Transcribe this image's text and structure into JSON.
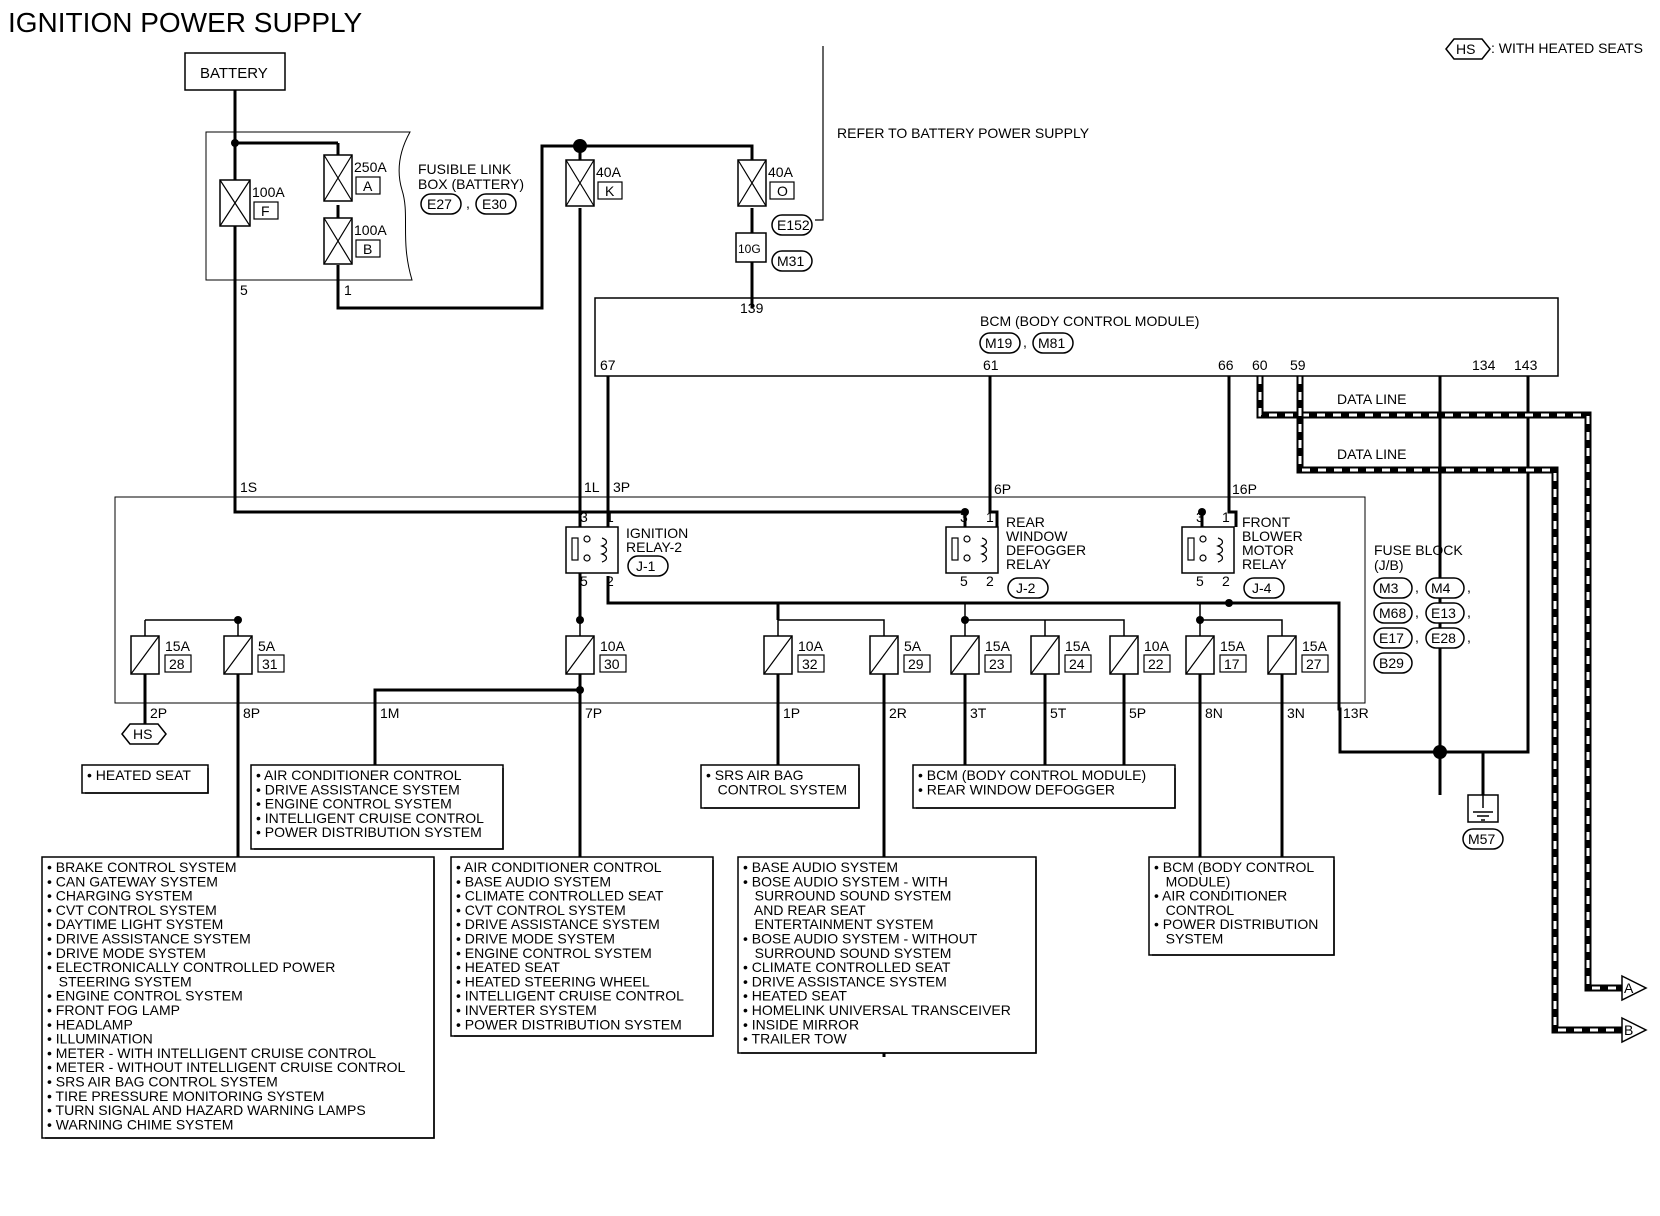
{
  "title": "IGNITION POWER SUPPLY",
  "legend": {
    "symbol": "HS",
    "text": ": WITH HEATED SEATS"
  },
  "battery": "BATTERY",
  "refer_note": "REFER TO BATTERY POWER SUPPLY",
  "fusible_link": {
    "label1": "FUSIBLE LINK",
    "label2": "BOX (BATTERY)",
    "connectors": [
      "E27",
      "E30"
    ],
    "pin_5": "5",
    "pin_1": "1",
    "fuses": [
      {
        "amp": "100A",
        "id": "F"
      },
      {
        "amp": "250A",
        "id": "A"
      },
      {
        "amp": "100A",
        "id": "B"
      },
      {
        "amp": "40A",
        "id": "K"
      },
      {
        "amp": "40A",
        "id": "O"
      }
    ]
  },
  "conn_e152": "E152",
  "conn_10g": "10G",
  "conn_m31": "M31",
  "bcm": {
    "label": "BCM (BODY CONTROL MODULE)",
    "connectors": [
      "M19",
      "M81"
    ],
    "pins": [
      "139",
      "67",
      "61",
      "66",
      "60",
      "59",
      "134",
      "143"
    ]
  },
  "data_line": "DATA LINE",
  "fuse_block": {
    "label": "FUSE BLOCK",
    "sub": "(J/B)",
    "connectors": [
      "M3",
      "M4",
      "M68",
      "E13",
      "E17",
      "E28",
      "B29"
    ]
  },
  "fb_pins_top": [
    "1S",
    "1L",
    "3P",
    "6P",
    "16P"
  ],
  "relays": [
    {
      "l1": "IGNITION",
      "l2": "RELAY-2",
      "l3": "",
      "l4": "",
      "id": "J-1",
      "p3": "3",
      "p1": "1",
      "p5": "5",
      "p2": "2"
    },
    {
      "l1": "REAR",
      "l2": "WINDOW",
      "l3": "DEFOGGER",
      "l4": "RELAY",
      "id": "J-2",
      "p3": "3",
      "p1": "1",
      "p5": "5",
      "p2": "2"
    },
    {
      "l1": "FRONT",
      "l2": "BLOWER",
      "l3": "MOTOR",
      "l4": "RELAY",
      "id": "J-4",
      "p3": "3",
      "p1": "1",
      "p5": "5",
      "p2": "2"
    }
  ],
  "fuses": [
    {
      "amp": "15A",
      "id": "28",
      "pin": "2P"
    },
    {
      "amp": "5A",
      "id": "31",
      "pin": "8P"
    },
    {
      "amp": "10A",
      "id": "30",
      "pin": "7P"
    },
    {
      "amp": "10A",
      "id": "32",
      "pin": "1P"
    },
    {
      "amp": "5A",
      "id": "29",
      "pin": "2R"
    },
    {
      "amp": "15A",
      "id": "23",
      "pin": "3T"
    },
    {
      "amp": "15A",
      "id": "24",
      "pin": "5T"
    },
    {
      "amp": "10A",
      "id": "22",
      "pin": "5P"
    },
    {
      "amp": "15A",
      "id": "17",
      "pin": "8N"
    },
    {
      "amp": "15A",
      "id": "27",
      "pin": "3N"
    }
  ],
  "pin_1m": "1M",
  "pin_13r": "13R",
  "ground": "M57",
  "arrows": [
    "A",
    "B"
  ],
  "boxes": {
    "heated_seat": [
      "• HEATED SEAT"
    ],
    "box_1m": [
      "• AIR CONDITIONER CONTROL",
      "• DRIVE ASSISTANCE SYSTEM",
      "• ENGINE CONTROL SYSTEM",
      "• INTELLIGENT CRUISE CONTROL",
      "• POWER DISTRIBUTION SYSTEM"
    ],
    "box_8p": [
      "• BRAKE CONTROL SYSTEM",
      "• CAN GATEWAY SYSTEM",
      "• CHARGING SYSTEM",
      "• CVT CONTROL SYSTEM",
      "• DAYTIME LIGHT SYSTEM",
      "• DRIVE ASSISTANCE SYSTEM",
      "• DRIVE MODE SYSTEM",
      "• ELECTRONICALLY CONTROLLED POWER",
      "   STEERING SYSTEM",
      "• ENGINE CONTROL SYSTEM",
      "• FRONT FOG LAMP",
      "• HEADLAMP",
      "• ILLUMINATION",
      "• METER - WITH INTELLIGENT CRUISE CONTROL",
      "• METER - WITHOUT INTELLIGENT CRUISE CONTROL",
      "• SRS AIR BAG CONTROL SYSTEM",
      "• TIRE PRESSURE MONITORING SYSTEM",
      "• TURN SIGNAL AND HAZARD WARNING LAMPS",
      "• WARNING CHIME SYSTEM"
    ],
    "box_7p": [
      "• AIR CONDITIONER CONTROL",
      "• BASE AUDIO SYSTEM",
      "• CLIMATE CONTROLLED SEAT",
      "• CVT CONTROL SYSTEM",
      "• DRIVE ASSISTANCE SYSTEM",
      "• DRIVE MODE SYSTEM",
      "• ENGINE CONTROL SYSTEM",
      "• HEATED SEAT",
      "• HEATED STEERING WHEEL",
      "• INTELLIGENT CRUISE CONTROL",
      "• INVERTER SYSTEM",
      "• POWER DISTRIBUTION SYSTEM"
    ],
    "box_1p": [
      "• SRS AIR BAG",
      "   CONTROL SYSTEM"
    ],
    "box_2r": [
      "• BASE AUDIO SYSTEM",
      "• BOSE AUDIO SYSTEM - WITH",
      "   SURROUND SOUND SYSTEM",
      "   AND REAR SEAT",
      "   ENTERTAINMENT SYSTEM",
      "• BOSE AUDIO SYSTEM - WITHOUT",
      "   SURROUND SOUND SYSTEM",
      "• CLIMATE CONTROLLED SEAT",
      "• DRIVE ASSISTANCE SYSTEM",
      "• HEATED SEAT",
      "• HOMELINK UNIVERSAL TRANSCEIVER",
      "• INSIDE MIRROR",
      "• TRAILER TOW"
    ],
    "box_3t": [
      "• BCM (BODY CONTROL MODULE)",
      "• REAR WINDOW DEFOGGER"
    ],
    "box_8n": [
      "• BCM (BODY CONTROL",
      "   MODULE)",
      "• AIR CONDITIONER",
      "   CONTROL",
      "• POWER DISTRIBUTION",
      "   SYSTEM"
    ]
  }
}
